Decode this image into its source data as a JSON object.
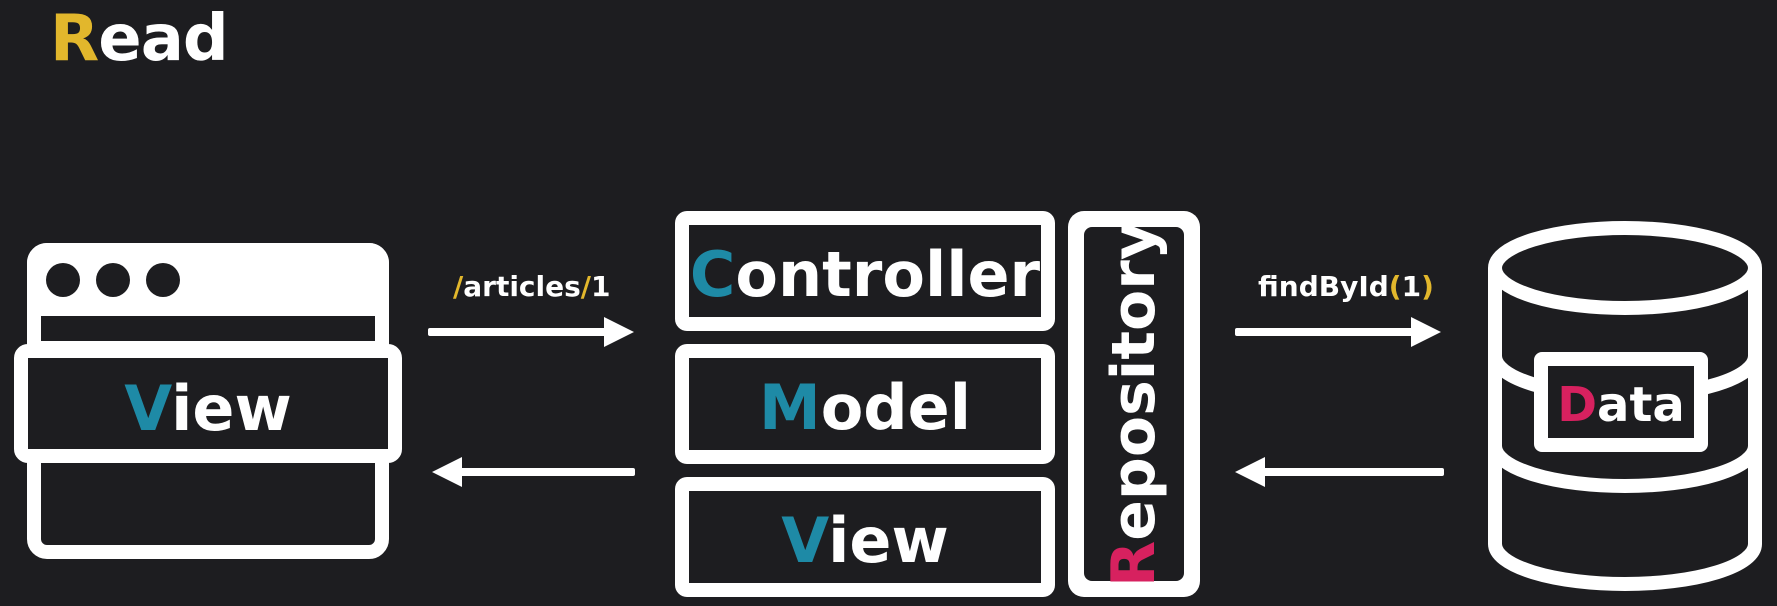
{
  "title": {
    "first": "R",
    "rest": "ead"
  },
  "browser": {
    "label_first": "V",
    "label_rest": "iew"
  },
  "request_edge": {
    "slash1": "/",
    "path": "articles",
    "slash2": "/",
    "id": "1"
  },
  "mvc": {
    "controller": {
      "first": "C",
      "rest": "ontroller"
    },
    "model": {
      "first": "M",
      "rest": "odel"
    },
    "view": {
      "first": "V",
      "rest": "iew"
    }
  },
  "repository": {
    "first": "R",
    "rest": "epository"
  },
  "repo_edge": {
    "method": "findById",
    "open": "(",
    "arg": "1",
    "close": ")"
  },
  "database": {
    "first": "D",
    "rest": "ata"
  },
  "colors": {
    "background": "#1d1d20",
    "teal": "#1e8aa6",
    "pink": "#d7215f",
    "gold": "#e2b72c",
    "stroke": "#ffffff"
  }
}
